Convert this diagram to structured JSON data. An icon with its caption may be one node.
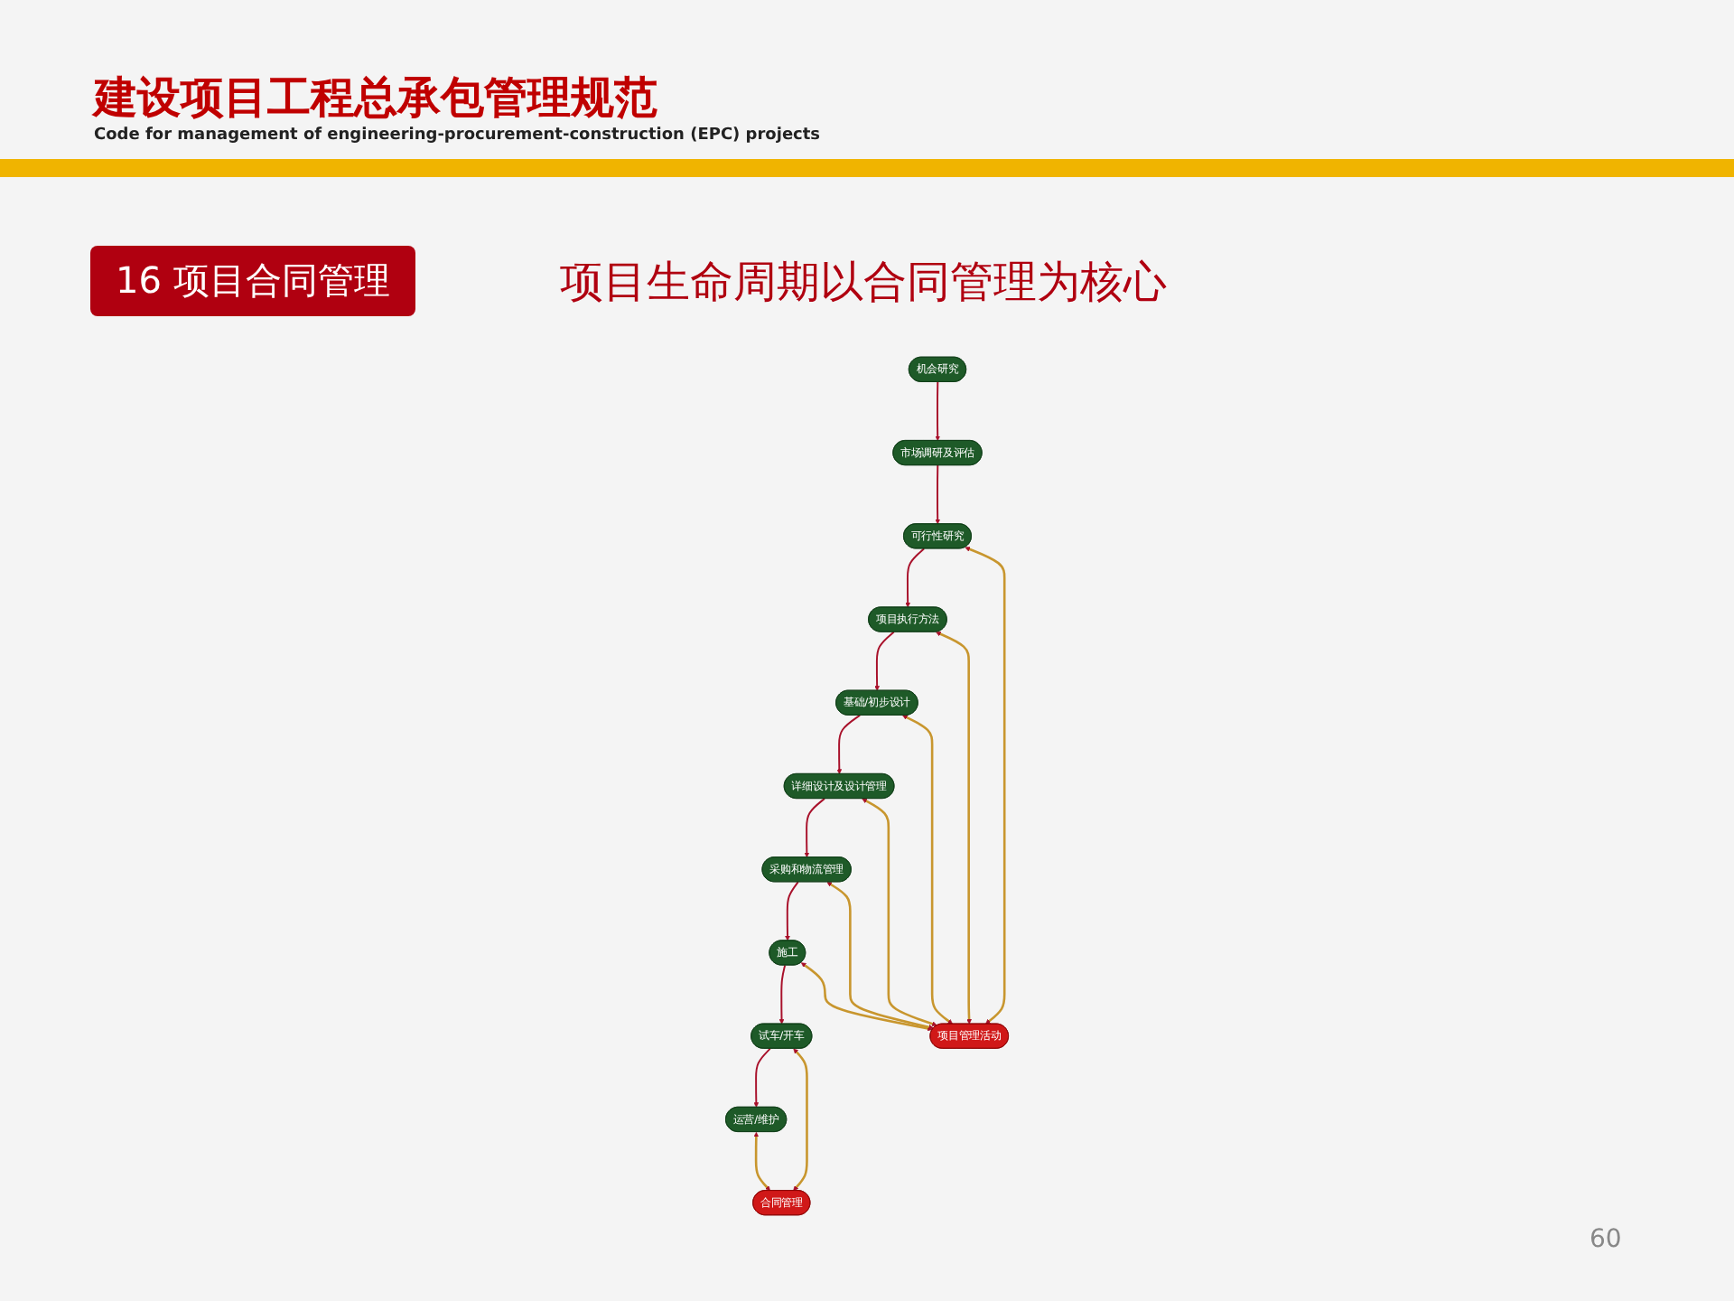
{
  "diagram": {
    "title": "建设项目工程总承包管理规范",
    "nodes": [
      {
        "text": [
          "运营/维护"
        ]
      },
      {
        "text": [
          "机会研究"
        ]
      },
      {
        "text": [
          "试车/开车"
        ]
      },
      {
        "text": [
          "市场调研及评估"
        ]
      },
      {
        "text": [
          "合同管理"
        ]
      },
      {
        "text": [
          "施工"
        ]
      },
      {
        "text": [
          "项目管理活动"
        ]
      },
      {
        "text": [
          "可行性研究"
        ]
      },
      {
        "text": [
          "采购和物流管理"
        ]
      },
      {
        "text": [
          "项目执行方法"
        ]
      },
      {
        "text": [
          "详细设计及设计管理"
        ]
      },
      {
        "text": [
          "基础/初步设计"
        ]
      }
    ],
    "edges": [
      {
        "from": 1,
        "to": 3,
        "arrow": "to"
      },
      {
        "from": 3,
        "to": 7,
        "arrow": "to"
      },
      {
        "from": 7,
        "to": 9,
        "arrow": "to"
      },
      {
        "from": 9,
        "to": 11,
        "arrow": "to"
      },
      {
        "from": 11,
        "to": 10,
        "arrow": "to"
      },
      {
        "from": 10,
        "to": 8,
        "arrow": "to"
      },
      {
        "from": 8,
        "to": 5,
        "arrow": "to"
      },
      {
        "from": 5,
        "to": 2,
        "arrow": "to"
      },
      {
        "from": 2,
        "to": 0,
        "arrow": "to"
      },
      {
        "from": 0,
        "to": 4,
        "arrow": "both",
        "color": "#c8962e"
      },
      {
        "from": 2,
        "to": 4,
        "arrow": "both",
        "color": "#c8962e"
      },
      {
        "from": 5,
        "to": 6,
        "arrow": "both",
        "color": "#c8962e"
      },
      {
        "from": 7,
        "to": 6,
        "arrow": "both",
        "color": "#c8962e"
      },
      {
        "from": 8,
        "to": 6,
        "arrow": "both",
        "color": "#c8962e"
      },
      {
        "from": 10,
        "to": 6,
        "arrow": "both",
        "color": "#c8962e"
      },
      {
        "from": 9,
        "to": 6,
        "arrow": "both",
        "color": "#c8962e"
      },
      {
        "from": 11,
        "to": 6,
        "arrow": "both",
        "color": "#c8962e"
      }
    ],
    "labels": [
      "Code for management of engineering-procurement-construction (EPC) projects",
      "16 项目合同管理",
      "项目生命周期以合同管理为核心",
      "60"
    ]
  }
}
